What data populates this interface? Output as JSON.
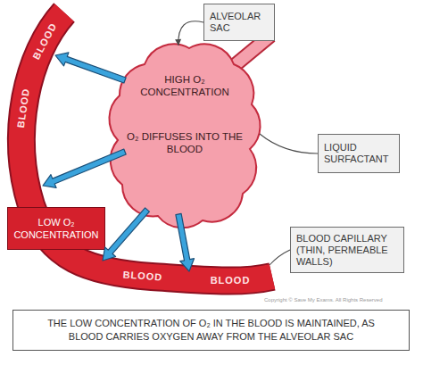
{
  "diagram": {
    "caption": "THE LOW CONCENTRATION OF O₂ IN THE BLOOD IS MAINTAINED, AS BLOOD CARRIES OXYGEN AWAY FROM THE ALVEOLAR SAC",
    "nodes": [
      {
        "text": [
          "ALVEOLAR SAC"
        ]
      },
      {
        "text": [
          "HIGH O₂ CONCENTRATION",
          "O₂ DIFFUSES INTO THE BLOOD"
        ]
      },
      {
        "text": [
          "BLOOD",
          "BLOOD",
          "BLOOD",
          "BLOOD"
        ]
      },
      {
        "text": [
          "LIQUID SURFACTANT"
        ]
      },
      {
        "text": [
          "LOW O₂ CONCENTRATION"
        ]
      },
      {
        "text": [
          "BLOOD CAPILLARY (THIN, PERMEABLE WALLS)"
        ]
      }
    ],
    "edges": [
      {
        "from": 0,
        "to": 1,
        "arrow": "to"
      },
      {
        "from": 1,
        "to": 2,
        "arrow": "to"
      },
      {
        "from": 1,
        "to": 2,
        "arrow": "to"
      },
      {
        "from": 1,
        "to": 2,
        "arrow": "to"
      },
      {
        "from": 1,
        "to": 2,
        "arrow": "to"
      },
      {
        "from": 3,
        "to": 1,
        "arrow": "none"
      },
      {
        "from": 5,
        "to": 2,
        "arrow": "none"
      }
    ],
    "labels": [
      "Copyright © Save My Exams. All Rights Reserved"
    ]
  }
}
